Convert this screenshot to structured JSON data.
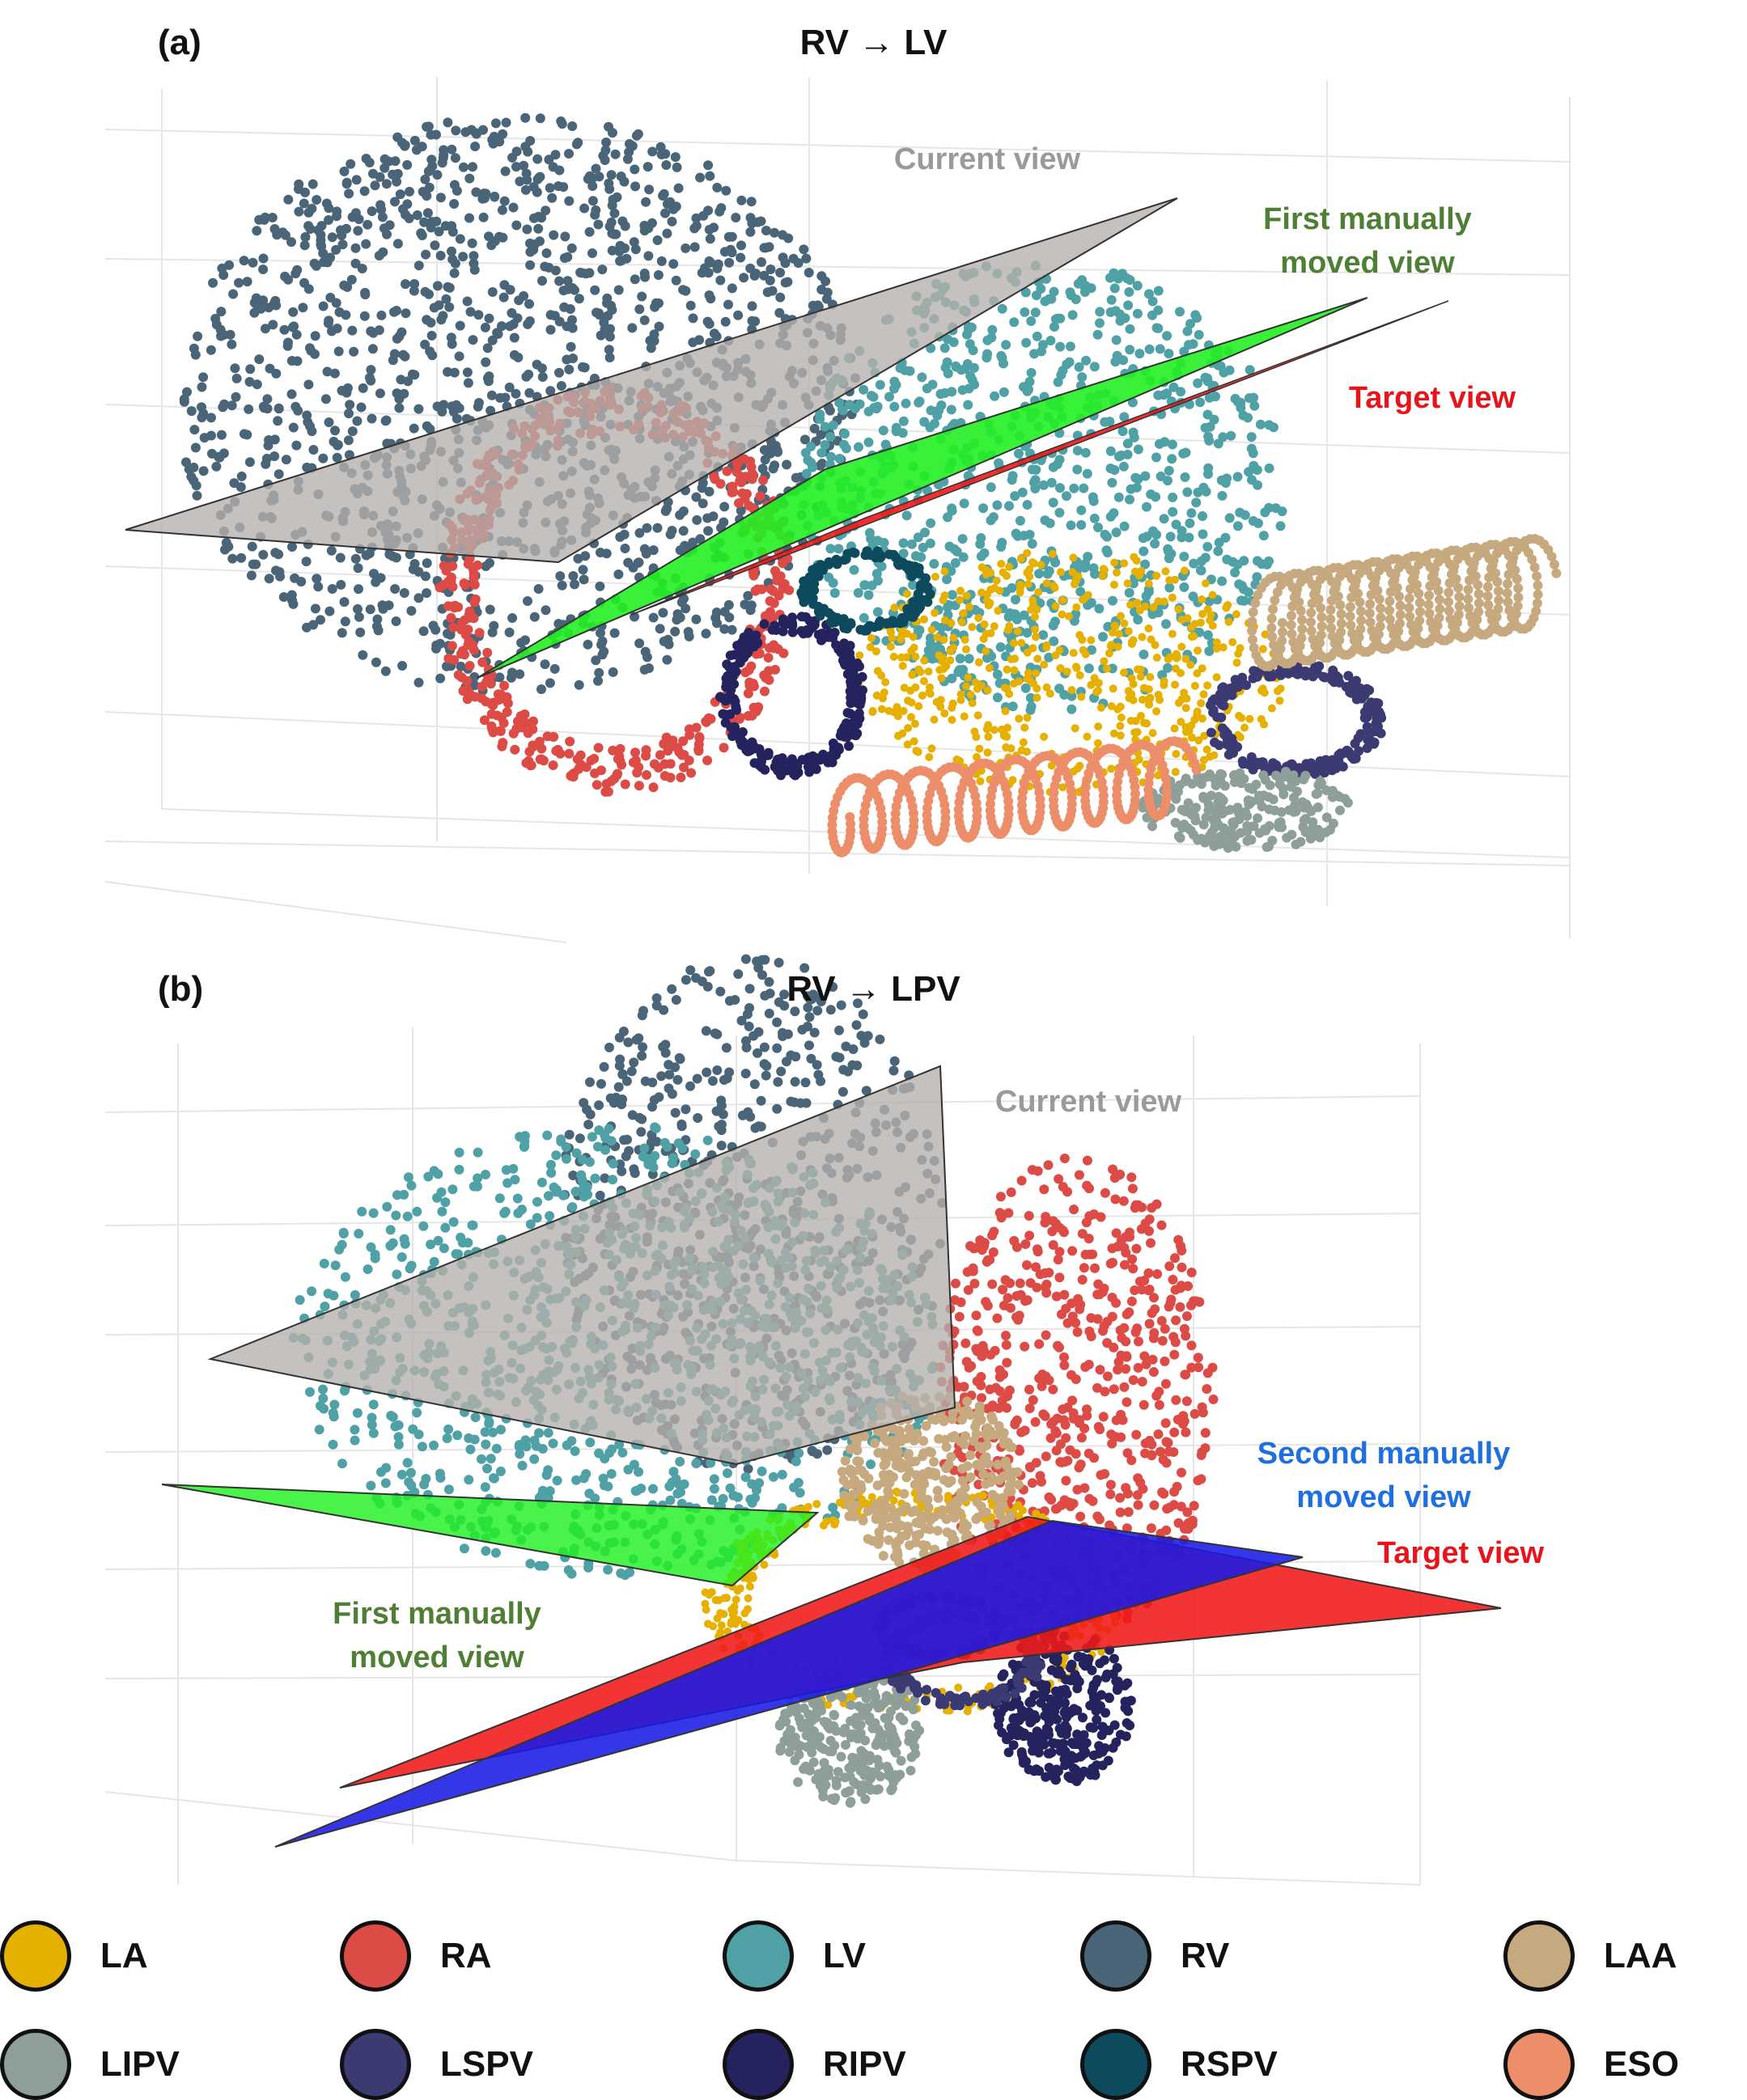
{
  "panels": [
    {
      "letter": "(a)",
      "title": "RV → LV",
      "labels": {
        "current": "Current view",
        "first": "First manually\nmoved view",
        "target": "Target view"
      }
    },
    {
      "letter": "(b)",
      "title": "RV → LPV",
      "labels": {
        "current": "Current view",
        "second": "Second manually\nmoved view",
        "target": "Target view",
        "first": "First manually\nmoved view"
      }
    }
  ],
  "colors": {
    "LA": "#E6B000",
    "RA": "#DC4B45",
    "LV": "#4FA1A6",
    "RV": "#4A6577",
    "LAA": "#C7A97F",
    "LIPV": "#8E9E98",
    "LSPV": "#3C3A72",
    "RIPV": "#24235E",
    "RSPV": "#0D4A5E",
    "ESO": "#EC8E69",
    "current_plane": "#B5B0AC",
    "first_plane": "#22F022",
    "second_plane": "#1A1AE6",
    "target_plane": "#F01818",
    "current_label": "#9A9A9A",
    "first_label": "#4F7F35",
    "second_label": "#1F6FE0",
    "target_label": "#E8141B"
  },
  "legend": [
    {
      "key": "LA",
      "label": "LA"
    },
    {
      "key": "RA",
      "label": "RA"
    },
    {
      "key": "LV",
      "label": "LV"
    },
    {
      "key": "RV",
      "label": "RV"
    },
    {
      "key": "LAA",
      "label": "LAA"
    },
    {
      "key": "LIPV",
      "label": "LIPV"
    },
    {
      "key": "LSPV",
      "label": "LSPV"
    },
    {
      "key": "RIPV",
      "label": "RIPV"
    },
    {
      "key": "RSPV",
      "label": "RSPV"
    },
    {
      "key": "ESO",
      "label": "ESO"
    }
  ]
}
